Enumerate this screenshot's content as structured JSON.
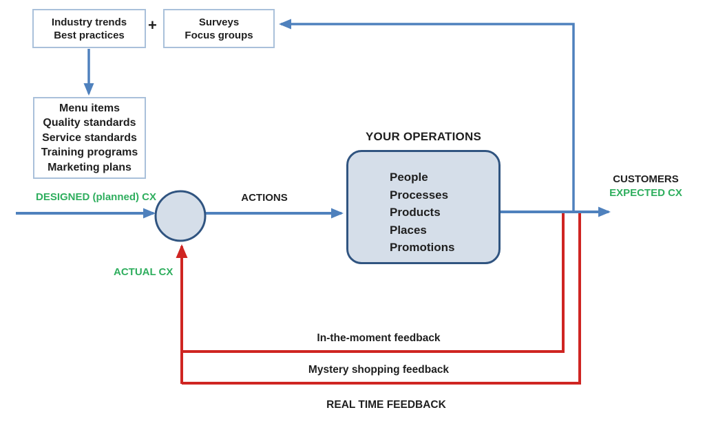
{
  "colors": {
    "flow_blue": "#4f81bd",
    "shape_border": "#305480",
    "shape_fill": "#d5dee9",
    "light_box_border": "#a9c0da",
    "feedback_red": "#cf2522",
    "cx_green": "#2fae5e",
    "text_black": "#1f1f1f"
  },
  "inputs_box": {
    "lines": [
      "Industry trends",
      "Best practices"
    ]
  },
  "plus_sign": "+",
  "research_box": {
    "lines": [
      "Surveys",
      "Focus groups"
    ]
  },
  "design_box": {
    "lines": [
      "Menu items",
      "Quality standards",
      "Service standards",
      "Training programs",
      "Marketing plans"
    ]
  },
  "operations": {
    "title": "YOUR OPERATIONS",
    "items": [
      "People",
      "Processes",
      "Products",
      "Places",
      "Promotions"
    ]
  },
  "labels": {
    "designed_cx": "DESIGNED (planned) CX",
    "actions": "ACTIONS",
    "actual_cx": "ACTUAL CX",
    "customers": "CUSTOMERS",
    "expected_cx": "EXPECTED CX",
    "in_the_moment": "In-the-moment feedback",
    "mystery_shopping": "Mystery shopping feedback",
    "real_time": "REAL TIME FEEDBACK"
  }
}
